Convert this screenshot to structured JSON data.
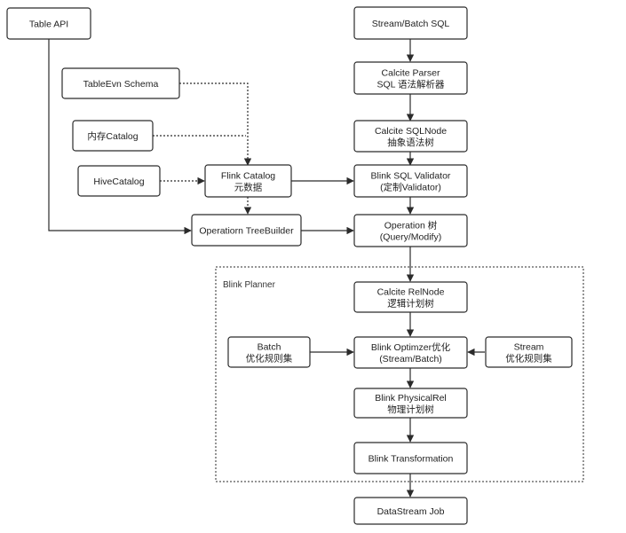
{
  "colors": {
    "stroke": "#2b2b2b",
    "text": "#1f1f1f",
    "background": "#ffffff"
  },
  "group": {
    "label": "Blink Planner"
  },
  "nodes": {
    "table_api": [
      "Table API"
    ],
    "stream_batch_sql": [
      "Stream/Batch SQL"
    ],
    "calcite_parser": [
      "Calcite Parser",
      "SQL 语法解析器"
    ],
    "tableevn_schema": [
      "TableEvn Schema"
    ],
    "memory_catalog": [
      "内存Catalog"
    ],
    "calcite_sqlnode": [
      "Calcite SQLNode",
      "抽象语法树"
    ],
    "hive_catalog": [
      "HiveCatalog"
    ],
    "flink_catalog": [
      "Flink Catalog",
      "元数据"
    ],
    "blink_sql_validator": [
      "Blink SQL Validator",
      "(定制Validator)"
    ],
    "operation_treebuilder": [
      "Operatiorn TreeBuilder"
    ],
    "operation_tree": [
      "Operation 树",
      "(Query/Modify)"
    ],
    "calcite_relnode": [
      "Calcite RelNode",
      "逻辑计划树"
    ],
    "batch_rules": [
      "Batch",
      "优化规则集"
    ],
    "blink_optimizer": [
      "Blink Optimzer优化",
      "(Stream/Batch)"
    ],
    "stream_rules": [
      "Stream",
      "优化规则集"
    ],
    "blink_physicalrel": [
      "Blink PhysicalRel",
      "物理计划树"
    ],
    "blink_transformation": [
      "Blink Transformation"
    ],
    "datastream_job": [
      "DataStream Job"
    ]
  }
}
